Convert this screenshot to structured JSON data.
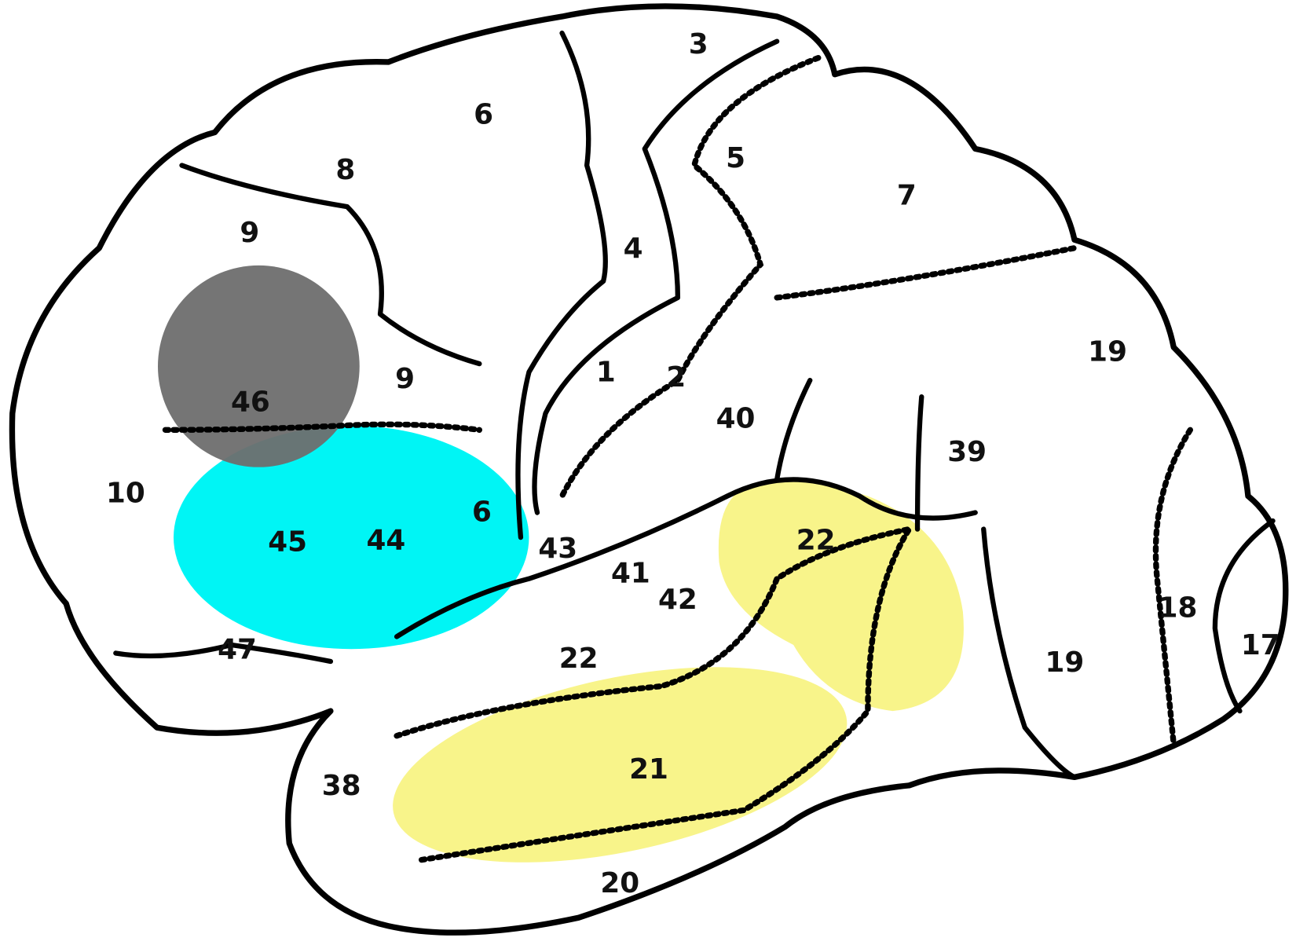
{
  "diagram": {
    "title": "Lateral brain surface with Brodmann areas",
    "highlight_colors": {
      "area_46": "#6e6e6e",
      "broca_region": "#00f5f5",
      "wernicke_region": "#f8f48a"
    },
    "labels": {
      "a3": "3",
      "a6_top": "6",
      "a5": "5",
      "a8": "8",
      "a7": "7",
      "a9_top": "9",
      "a4": "4",
      "a19_top": "19",
      "a1": "1",
      "a2": "2",
      "a9_mid": "9",
      "a46": "46",
      "a40": "40",
      "a39": "39",
      "a10": "10",
      "a6_low": "6",
      "a45": "45",
      "a44": "44",
      "a43": "43",
      "a22_up": "22",
      "a41": "41",
      "a42": "42",
      "a18": "18",
      "a17": "17",
      "a47": "47",
      "a22_low": "22",
      "a19_low": "19",
      "a21": "21",
      "a38": "38",
      "a20": "20"
    }
  }
}
